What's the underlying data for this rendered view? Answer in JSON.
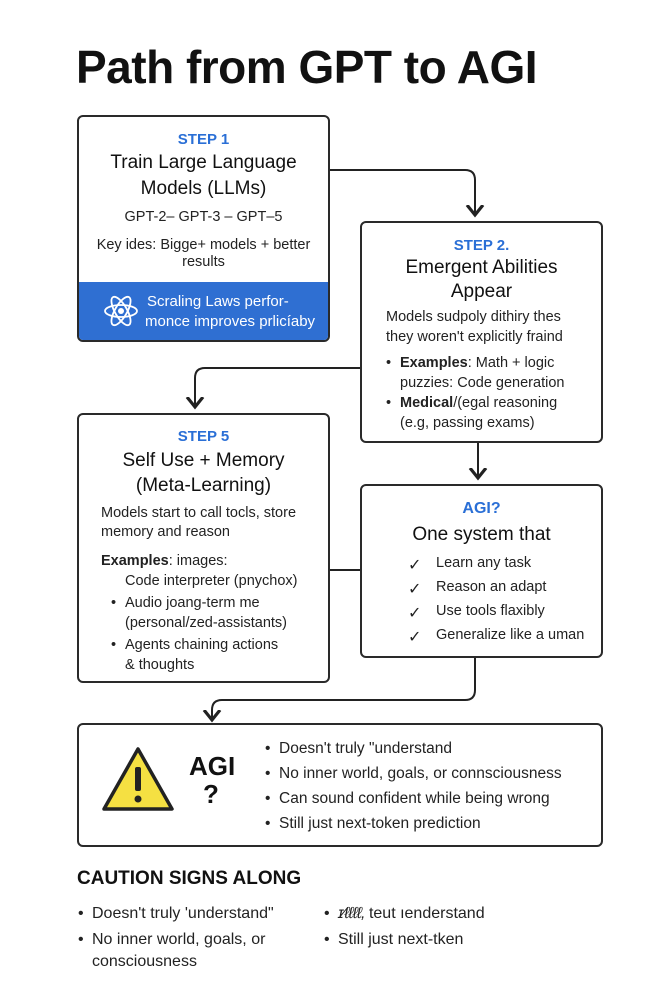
{
  "title": "Path from GPT to AGI",
  "step1": {
    "label": "STEP 1",
    "head1": "Train Large Language",
    "head2": "Models (LLMs)",
    "models": "GPT-2– GPT-3 – GPT–5",
    "key1": "Key ides: Bigge+ models + better",
    "key2": "results",
    "band1": "Scraling Laws perfor-",
    "band2": "monce improves prlicíaby"
  },
  "step2": {
    "label": "STEP 2.",
    "head1": "Emergent Abilities",
    "head2": "Appear",
    "desc1": "Models sudpoly dithiry thes",
    "desc2": "they woren't explicitly fraind",
    "b1_bold": "Examples",
    "b1_rest": ": Math + logic",
    "b1_line2": "puzzies: Code generation",
    "b2_bold": "Medical",
    "b2_rest": "/(egal reasoning",
    "b2_line2": "(e.g, passing exams)"
  },
  "step5": {
    "label": "STEP 5",
    "head1": "Self Use + Memory",
    "head2": "(Meta-Learning)",
    "desc1": "Models start to call tocls, store",
    "desc2": "memory and reason",
    "ex_label": "Examples",
    "ex_rest": ": images:",
    "ex_line2": "Code interpreter (pnychox)",
    "b1": "Audio joang-term me",
    "b1_line2": "(personal/zed-assistants)",
    "b2": "Agents chaining actions",
    "b2_line2": "& thoughts"
  },
  "agi": {
    "label": "AGI?",
    "head": "One system that",
    "checks": [
      "Learn any task",
      "Reason an adapt",
      "Use tools flaxibly",
      "Generalize like a uman"
    ]
  },
  "caution": {
    "title1": "AGI",
    "title2": "?",
    "items": [
      "Doesn't truly \"understand",
      "No inner world, goals, or connsciousness",
      "Can sound confident while being wrong",
      "Still just next-token prediction"
    ]
  },
  "footer": {
    "heading": "CAUTION SIGNS ALONG",
    "left1": "Doesn't truly 'understand\"",
    "left2a": "No inner world, goals, or",
    "left2b": "consciousness",
    "right1_scribble": "ɪ⁄ℓℓℓℓ,",
    "right1_rest": "teut ıenderstand",
    "right2": "Still just next-tken"
  },
  "colors": {
    "accent": "#2f6fd2",
    "step_label": "#2a6fd6",
    "warning": "#f5e042"
  }
}
